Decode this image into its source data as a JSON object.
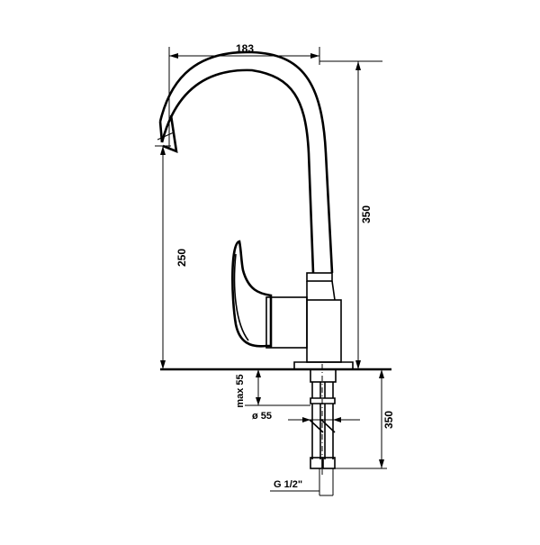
{
  "dimensions": {
    "width_top": "183",
    "height_total": "350",
    "spout_height": "250",
    "max_thickness": "max 55",
    "hole_diameter": "ø 55",
    "hose_length": "350",
    "thread": "G 1/2\""
  }
}
